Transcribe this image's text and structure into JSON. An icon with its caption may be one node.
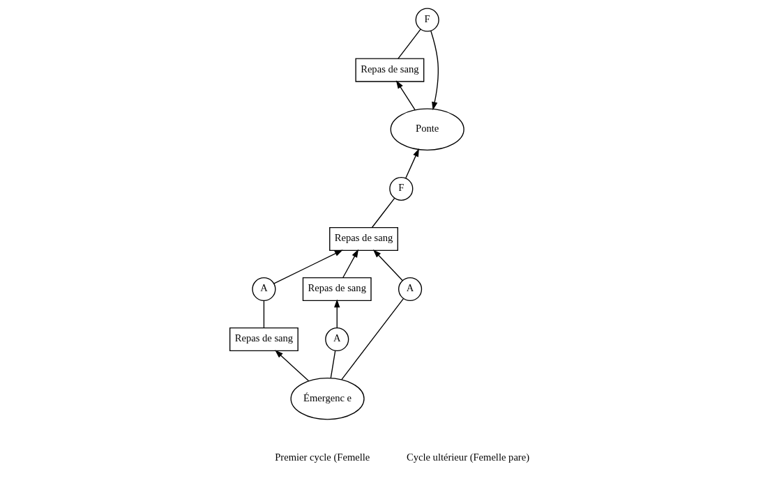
{
  "diagram": {
    "nodes": [
      {
        "text": [
          "Repas de sang"
        ]
      },
      {
        "text": [
          "Repas de sang"
        ]
      },
      {
        "text": [
          "Repas de sang"
        ]
      },
      {
        "text": [
          "Repas de sang"
        ]
      },
      {
        "text": [
          "Émergenc e"
        ]
      },
      {
        "text": [
          "Ponte"
        ]
      },
      {
        "text": [
          "A"
        ]
      },
      {
        "text": [
          "A"
        ]
      },
      {
        "text": [
          "A"
        ]
      },
      {
        "text": [
          "F"
        ]
      },
      {
        "text": [
          "F"
        ]
      }
    ],
    "edges": [
      {
        "from": 4,
        "to": 6,
        "arrow": "none"
      },
      {
        "from": 6,
        "to": 0,
        "arrow": "to"
      },
      {
        "from": 4,
        "to": 1,
        "arrow": "to"
      },
      {
        "from": 0,
        "to": 2,
        "arrow": "to"
      },
      {
        "from": 1,
        "to": 7,
        "arrow": "none"
      },
      {
        "from": 7,
        "to": 2,
        "arrow": "to"
      },
      {
        "from": 4,
        "to": 8,
        "arrow": "none"
      },
      {
        "from": 8,
        "to": 2,
        "arrow": "to"
      },
      {
        "from": 2,
        "to": 9,
        "arrow": "none"
      },
      {
        "from": 9,
        "to": 5,
        "arrow": "to"
      },
      {
        "from": 5,
        "to": 3,
        "arrow": "to"
      },
      {
        "from": 3,
        "to": 10,
        "arrow": "none"
      },
      {
        "from": 10,
        "to": 5,
        "arrow": "to"
      }
    ],
    "labels": [
      "Premier cycle (Femelle",
      "Cycle ultérieur (Femelle pare)"
    ]
  }
}
